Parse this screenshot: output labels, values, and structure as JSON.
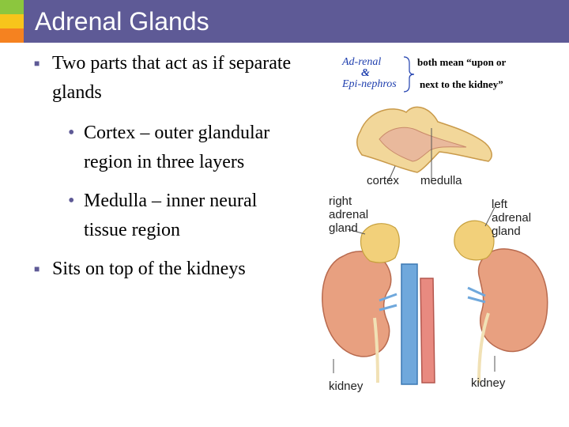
{
  "title": "Adrenal Glands",
  "bullets": {
    "b1": "Two parts that act as if separate glands",
    "b1_sub1": "Cortex – outer glandular region in three layers",
    "b1_sub2": "Medulla – inner neural tissue region",
    "b2": "Sits on top of the kidneys"
  },
  "note": {
    "term1": "Ad-renal",
    "amp": "&",
    "term2": "Epi-nephros",
    "meaning_line1": "both mean “upon or",
    "meaning_line2": "next to the kidney”"
  },
  "figure_labels": {
    "cortex": "cortex",
    "medulla": "medulla",
    "right_gland": "right\nadrenal\ngland",
    "left_gland": "left\nadrenal\ngland",
    "kidney_left": "kidney",
    "kidney_right": "kidney"
  },
  "colors": {
    "title_bar": "#5e5a96",
    "accent_green": "#8cc63e",
    "accent_yellow": "#f7c51b",
    "accent_orange": "#f58220",
    "note_terms": "#1f3fae"
  }
}
